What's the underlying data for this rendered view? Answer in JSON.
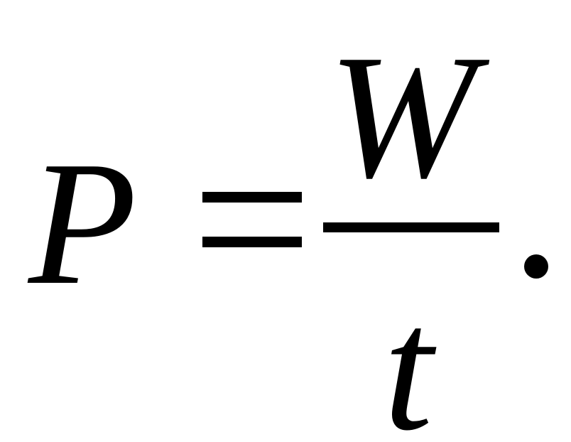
{
  "formula": {
    "lhs": "P",
    "operator": "=",
    "numerator": "W",
    "denominator": "t",
    "terminator": "."
  },
  "colors": {
    "ink": "#000000",
    "background": "#ffffff"
  }
}
